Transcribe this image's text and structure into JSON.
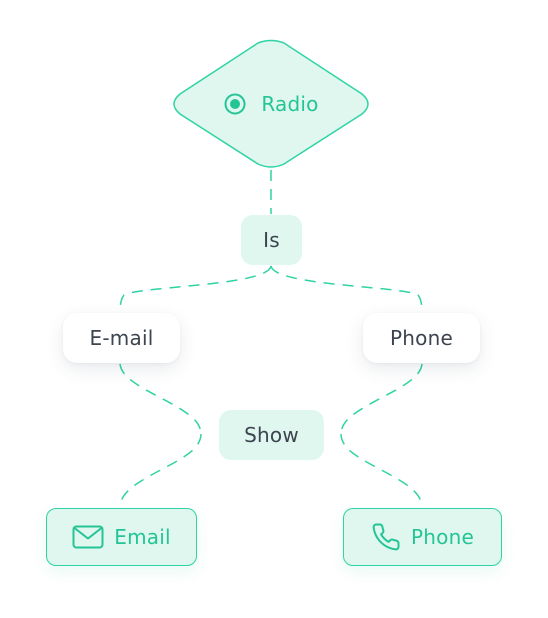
{
  "diagram": {
    "trigger": {
      "label": "Radio",
      "icon": "radio-icon"
    },
    "condition": {
      "label": "Is"
    },
    "options": [
      {
        "label": "E-mail"
      },
      {
        "label": "Phone"
      }
    ],
    "action": {
      "label": "Show"
    },
    "targets": [
      {
        "label": "Email",
        "icon": "envelope-icon"
      },
      {
        "label": "Phone",
        "icon": "phone-icon"
      }
    ]
  },
  "colors": {
    "accent": "#2fd3a4",
    "accent_text": "#24c595",
    "fill_light": "#dff7ef",
    "text_dark": "#3d4450"
  }
}
